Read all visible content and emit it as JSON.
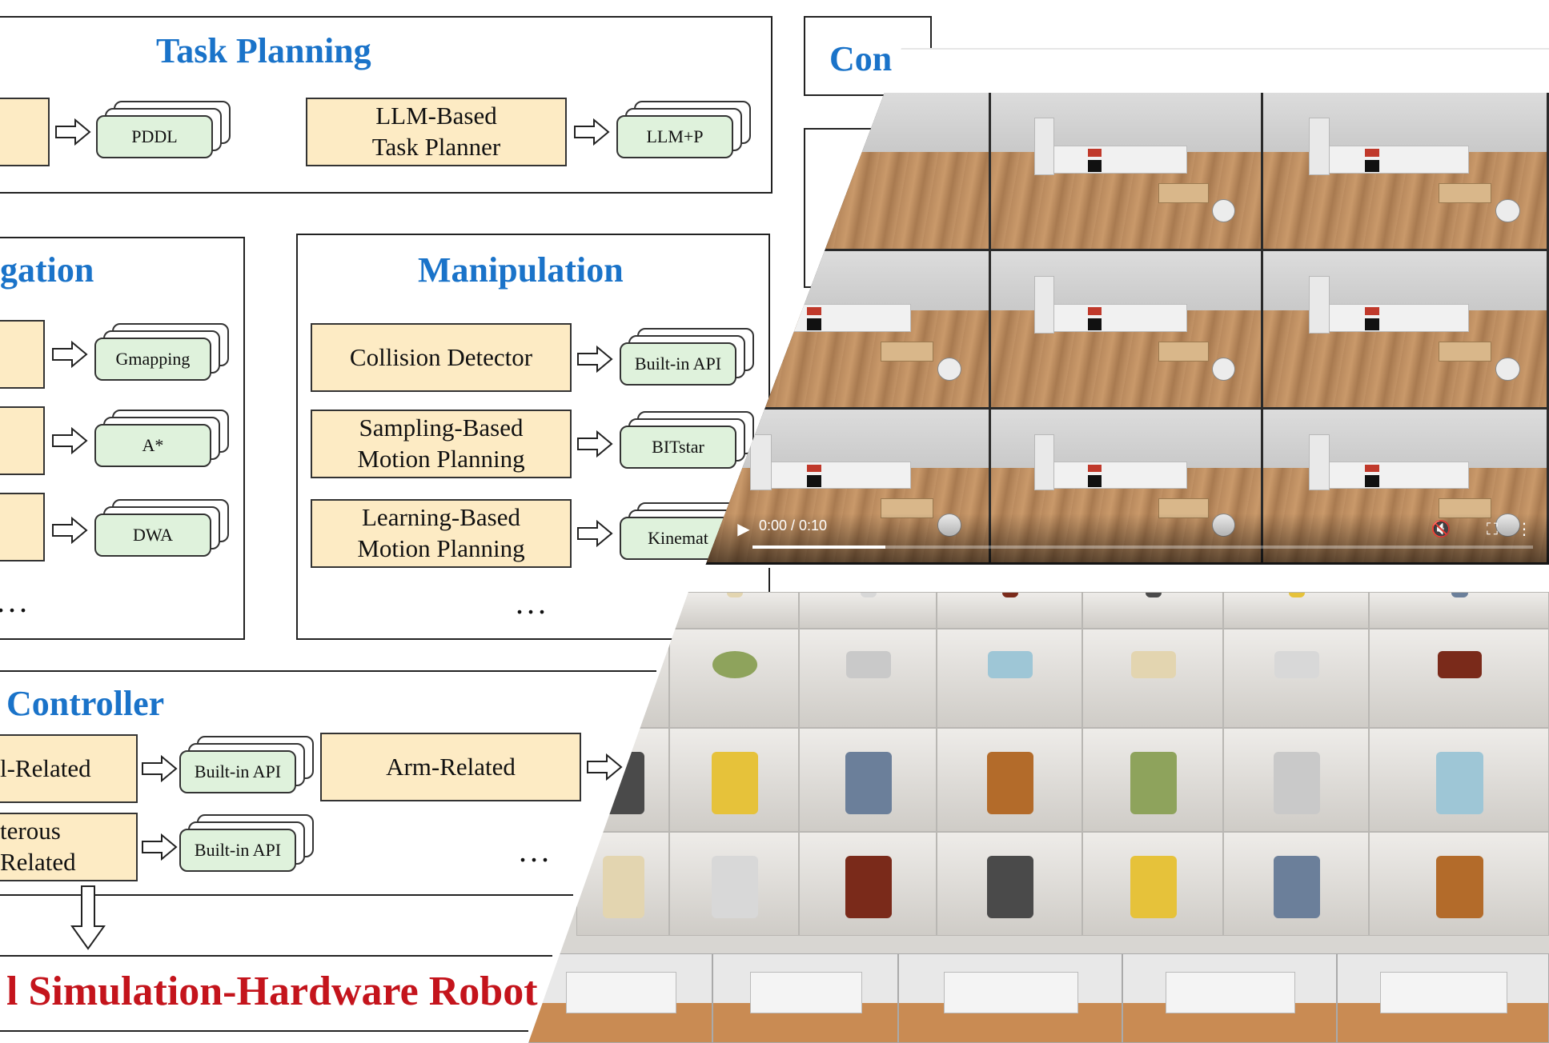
{
  "diagram": {
    "task_planning": {
      "title": "Task Planning",
      "llm_planner": "LLM-Based\nTask Planner",
      "pddl": "PDDL",
      "llm_p": "LLM+P"
    },
    "navigation": {
      "title_fragment": "gation",
      "gmapping": "Gmapping",
      "astar": "A*",
      "dwa": "DWA",
      "ellipsis": "..."
    },
    "manipulation": {
      "title": "Manipulation",
      "collision": "Collision Detector",
      "sampling": "Sampling-Based\nMotion Planning",
      "learning": "Learning-Based\nMotion Planning",
      "builtin": "Built-in API",
      "bitstar": "BITstar",
      "kinematics": "Kinemat",
      "ellipsis": "..."
    },
    "controller": {
      "title": "Controller",
      "base_related": "l-Related",
      "dexterous": "terous\nRelated",
      "arm_related": "Arm-Related",
      "builtin1": "Built-in API",
      "builtin2": "Built-in API",
      "ellipsis": "..."
    },
    "robot_title": "l Simulation-Hardware Robot",
    "con_fragment": "Con"
  },
  "video": {
    "time": "0:00 / 0:10",
    "progress": 0.17,
    "icons": [
      "play-icon",
      "mute-icon",
      "fullscreen-icon",
      "more-icon"
    ]
  }
}
